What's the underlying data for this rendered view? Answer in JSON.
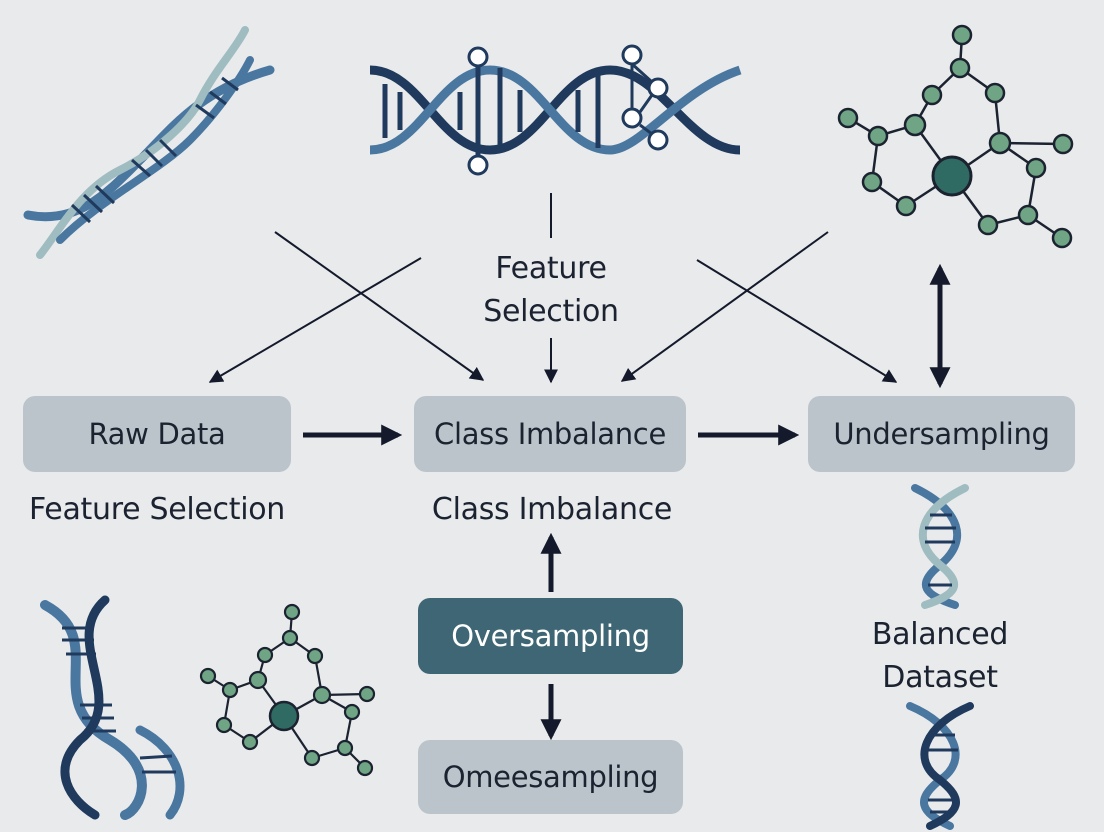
{
  "nodes": {
    "raw_data": "Raw Data",
    "class_imbalance": "Class Imbalance",
    "undersampling": "Undersampling",
    "oversampling": "Oversampling",
    "omee_sampling": "Omeesampling"
  },
  "labels": {
    "feature_selection_top_line1": "Feature",
    "feature_selection_top_line2": "Selection",
    "feature_selection_left": "Feature Selection",
    "class_imbalance_below": "Class Imbalance",
    "balanced_dataset_line1": "Balanced",
    "balanced_dataset_line2": "Dataset"
  },
  "colors": {
    "background": "#e9eaec",
    "node_light": "#bcc4cb",
    "node_dark": "#3f6675",
    "helix_blue": "#4a77a0",
    "helix_navy": "#1f3a5c",
    "helix_pale": "#9fbcc0",
    "molecule_green": "#6fa585",
    "molecule_center": "#2f6b63",
    "arrow": "#141a2b"
  },
  "icons": [
    "dna-helix-icon",
    "molecule-network-icon"
  ]
}
